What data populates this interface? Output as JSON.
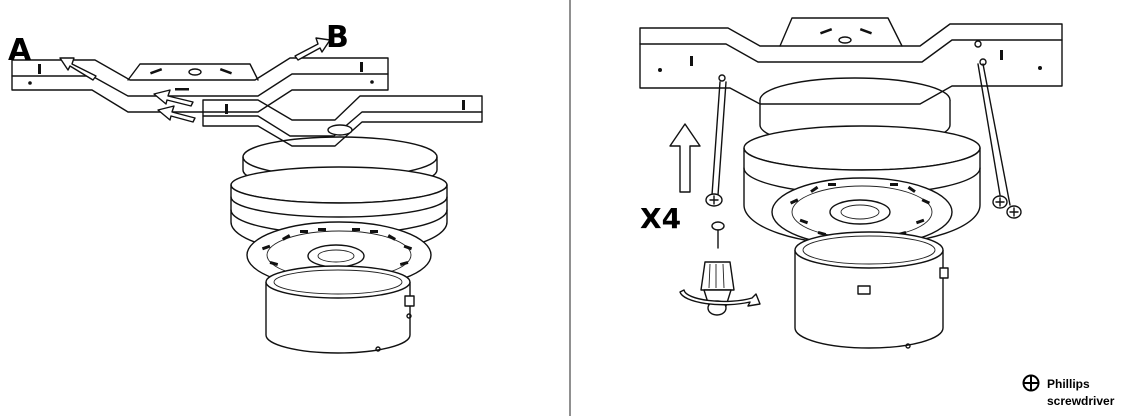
{
  "step1": {
    "label_a": "A",
    "label_b": "B"
  },
  "step2": {
    "count_label": "X4"
  },
  "tool": {
    "icon": "phillips-head-icon",
    "line1": "Phillips",
    "line2": "screwdriver"
  }
}
